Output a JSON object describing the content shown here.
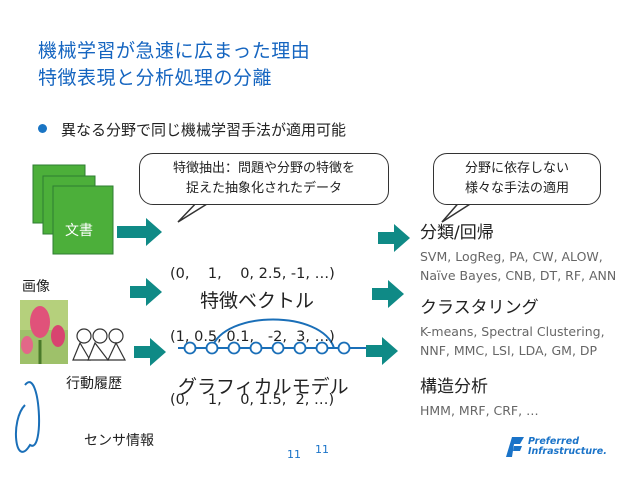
{
  "slide": {
    "title_line1": "機械学習が急速に広まった理由",
    "title_line2": "特徴表現と分析処理の分離",
    "bullet": "異なる分野で同じ機械学習手法が適用可能",
    "callout_left_line1": "特徴抽出：問題や分野の特徴を",
    "callout_left_line2": "捉えた抽象化されたデータ",
    "callout_right_line1": "分野に依存しない",
    "callout_right_line2": "様々な手法の適用",
    "doc_label": "文書",
    "image_label": "画像",
    "behavior_label": "行動履歴",
    "sensor_label": "センサ情報",
    "vectors": [
      "(0,    1,    0, 2.5, -1, …)",
      "(1, 0.5, 0.1,   -2,  3, …)",
      "(0,    1,    0, 1.5,  2, …)"
    ],
    "feature_vector_label": "特徴ベクトル",
    "graphical_model_label": "グラフィカルモデル",
    "categories": [
      {
        "title": "分類/回帰",
        "methods": [
          "SVM, LogReg, PA, CW, ALOW,",
          "Naïve Bayes, CNB, DT, RF, ANN"
        ]
      },
      {
        "title": "クラスタリング",
        "methods": [
          "K-means, Spectral Clustering,",
          "NNF, MMC, LSI, LDA, GM, DP"
        ]
      },
      {
        "title": "構造分析",
        "methods": [
          "HMM, MRF, CRF, …"
        ]
      }
    ],
    "page_number_left": "11",
    "page_number_right": "11",
    "logo_line1": "Preferred",
    "logo_line2": "Infrastructure."
  },
  "colors": {
    "accent_blue": "#1565c0",
    "arrow_teal": "#0f8a86",
    "doc_green": "#4caf3a"
  }
}
